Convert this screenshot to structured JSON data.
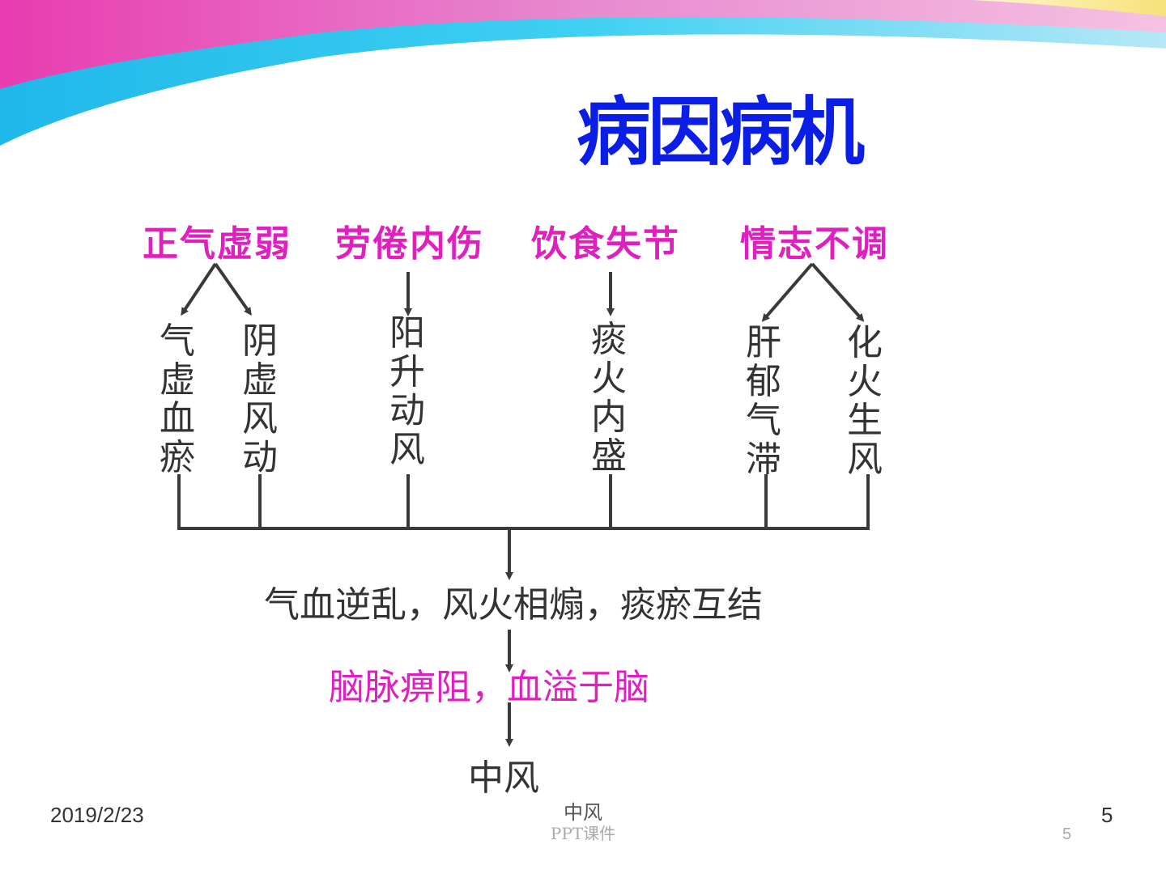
{
  "slide": {
    "title": "病因病机",
    "colors": {
      "title": "#0a1ee6",
      "cause": "#e01fbf",
      "text": "#333333",
      "line": "#3a3a3a"
    }
  },
  "causes": [
    {
      "label": "正气虚弱",
      "results": [
        "气虚血瘀",
        "阴虚风动"
      ]
    },
    {
      "label": "劳倦内伤",
      "results": [
        "阳升动风"
      ]
    },
    {
      "label": "饮食失节",
      "results": [
        "痰火内盛"
      ]
    },
    {
      "label": "情志不调",
      "results": [
        "肝郁气滞",
        "化火生风"
      ]
    }
  ],
  "mechanisms": [
    {
      "c": [
        "气",
        "虚",
        "血",
        "瘀"
      ]
    },
    {
      "c": [
        "阴",
        "虚",
        "风",
        "动"
      ]
    },
    {
      "c": [
        "阳",
        "升",
        "动",
        "风"
      ]
    },
    {
      "c": [
        "痰",
        "火",
        "内",
        "盛"
      ]
    },
    {
      "c": [
        "肝",
        "郁",
        "气",
        "滞"
      ]
    },
    {
      "c": [
        "化",
        "火",
        "生",
        "风"
      ]
    }
  ],
  "flow": {
    "step1": "气血逆乱，风火相煽，痰瘀互结",
    "step2": "脑脉痹阻，血溢于脑",
    "result": "中风"
  },
  "footer": {
    "date": "2019/2/23",
    "center_title": "中风",
    "center_sub": "PPT课件",
    "page_number": "5",
    "page_number_sub": "5"
  }
}
